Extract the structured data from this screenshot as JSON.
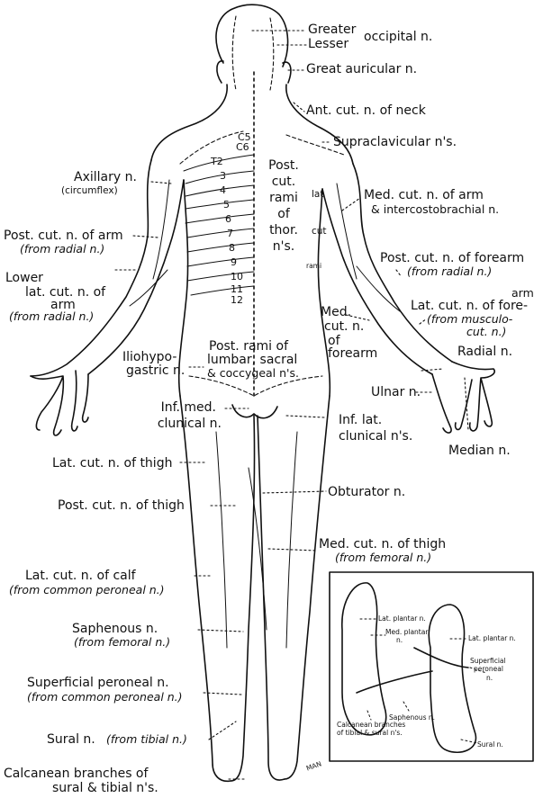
{
  "labels": {
    "greater": "Greater",
    "lesser": "Lesser",
    "occipital": "occipital n.",
    "great_auricular": "Great auricular n.",
    "ant_cut_neck": "Ant. cut. n. of neck",
    "supraclavicular": "Supraclavicular n's.",
    "axillary": "Axillary n.",
    "circumflex": "(circumflex)",
    "post_cut_rami_1": "Post.",
    "post_cut_rami_2": "cut.",
    "post_cut_rami_3": "rami",
    "post_cut_rami_4": "of",
    "post_cut_rami_5": "thor.",
    "post_cut_rami_6": "n's.",
    "lat": "lat",
    "cut": "cut",
    "rami_small": "rami",
    "med_cut_arm_1": "Med. cut. n. of arm",
    "med_cut_arm_2": "& intercostobrachial n.",
    "post_cut_arm_1": "Post. cut. n. of arm",
    "post_cut_arm_2": "(from radial n.)",
    "post_cut_forearm_1": "Post. cut. n. of forearm",
    "post_cut_forearm_2": "(from radial n.)",
    "lower_1": "Lower",
    "lower_2": "lat. cut. n. of",
    "lower_3": "arm",
    "lower_4": "(from radial n.)",
    "lat_cut_forearm_arm": "arm",
    "lat_cut_forearm_1": "Lat. cut. n. of fore-",
    "lat_cut_forearm_2": "(from musculo-",
    "lat_cut_forearm_3": "cut. n.)",
    "med_cut_forearm_1": "Med.",
    "med_cut_forearm_2": "cut. n.",
    "med_cut_forearm_3": "of",
    "med_cut_forearm_4": "forearm",
    "iliohypo_1": "Iliohypo-",
    "iliohypo_2": "gastric n.",
    "post_rami_lumbar_1": "Post. rami of",
    "post_rami_lumbar_2": "lumbar, sacral",
    "post_rami_lumbar_3": "& coccygeal n's.",
    "radial": "Radial n.",
    "ulnar": "Ulnar n.",
    "median": "Median n.",
    "inf_med_1": "Inf. med.",
    "inf_med_2": "clunical n.",
    "inf_lat_1": "Inf. lat.",
    "inf_lat_2": "clunical n's.",
    "lat_cut_thigh": "Lat. cut. n. of thigh",
    "post_cut_thigh": "Post. cut. n. of thigh",
    "obturator": "Obturator n.",
    "med_cut_thigh_1": "Med. cut. n. of thigh",
    "med_cut_thigh_2": "(from femoral n.)",
    "lat_cut_calf_1": "Lat. cut. n. of calf",
    "lat_cut_calf_2": "(from common peroneal n.)",
    "saphenous_1": "Saphenous n.",
    "saphenous_2": "(from femoral n.)",
    "sup_peroneal_1": "Superficial peroneal n.",
    "sup_peroneal_2": "(from common peroneal n.)",
    "sural_1": "Sural n.",
    "sural_2": "(from tibial n.)",
    "calcanean_1": "Calcanean branches of",
    "calcanean_2": "sural & tibial n's.",
    "signature": "MAN",
    "inset_lat_plantar_1": "Lat. plantar n.",
    "inset_med_plantar_1": "Med. plantar",
    "inset_med_plantar_2": "n.",
    "inset_lat_plantar_2": "Lat. plantar n.",
    "inset_sup_peroneal_1": "Superficial",
    "inset_sup_peroneal_2": "peroneal",
    "inset_sup_peroneal_3": "n.",
    "inset_calcanean_1": "Calcanean branches",
    "inset_calcanean_2": "of tibial & sural n's.",
    "inset_saphenous": "Saphenous n.",
    "inset_sural": "Sural n."
  },
  "spinal_levels": [
    "C5",
    "C6",
    "T2",
    "3",
    "4",
    "5",
    "6",
    "7",
    "8",
    "9",
    "10",
    "11",
    "12"
  ]
}
